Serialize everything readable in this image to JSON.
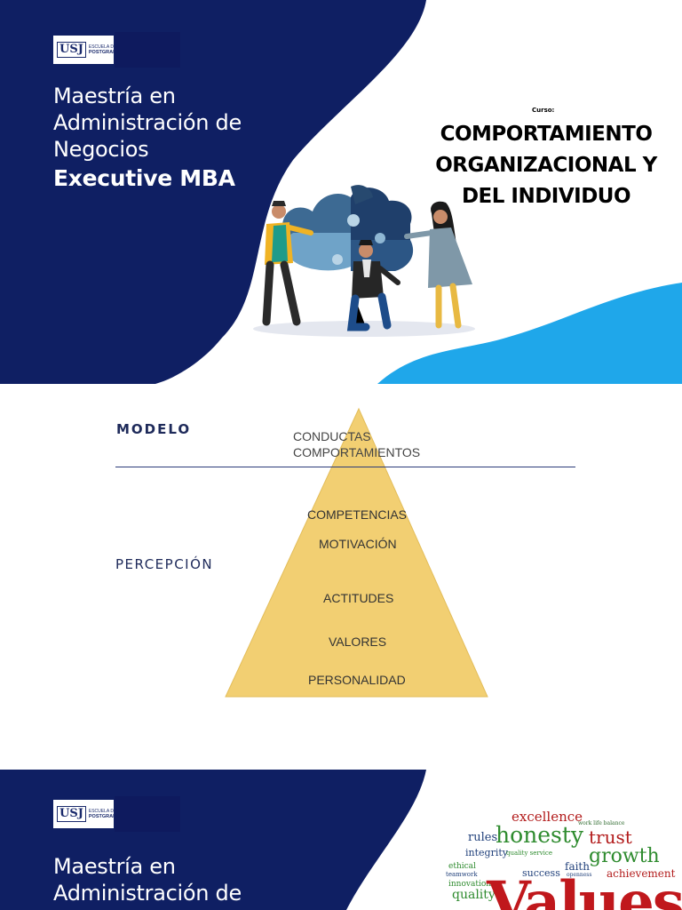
{
  "slide1": {
    "logo": {
      "mark": "USJ",
      "line1": "ESCUELA DE",
      "line2": "POSTGRADO"
    },
    "program_lines": [
      "Maestría en",
      "Administración de",
      "Negocios"
    ],
    "program_bold": "Executive MBA",
    "course_label": "Curso:",
    "course_lines": [
      "COMPORTAMIENTO",
      "ORGANIZACIONAL Y",
      "DEL INDIVIDUO"
    ],
    "illustration": "people-assembling-puzzle-cloud"
  },
  "slide2": {
    "modelo": "MODELO",
    "percepcion": "PERCEPCIÓN",
    "conductas_lines": [
      "CONDUCTAS",
      "COMPORTAMIENTOS"
    ],
    "levels": [
      "COMPETENCIAS",
      "MOTIVACIÓN",
      "ACTITUDES",
      "VALORES",
      "PERSONALIDAD"
    ],
    "pyramid_color": "#f2cf72"
  },
  "slide3": {
    "logo": {
      "mark": "USJ",
      "line1": "ESCUELA DE",
      "line2": "POSTGRADO"
    },
    "program_lines": [
      "Maestría en",
      "Administración de"
    ],
    "word_cloud": {
      "excellence": "excellence",
      "work_life": "work life balance",
      "rules": "rules",
      "honesty": "honesty",
      "trust": "trust",
      "integrity": "integrity",
      "quality_service": "quality service",
      "growth": "growth",
      "ethical": "ethical",
      "teamwork": "teamwork",
      "faith": "faith",
      "openness": "openness",
      "success": "success",
      "innovation": "innovation",
      "achievement": "achievement",
      "quality": "quality",
      "values": "Values"
    }
  },
  "colors": {
    "navy": "#0f1f63",
    "sky": "#1fa7ea",
    "gold": "#f2cf72"
  }
}
